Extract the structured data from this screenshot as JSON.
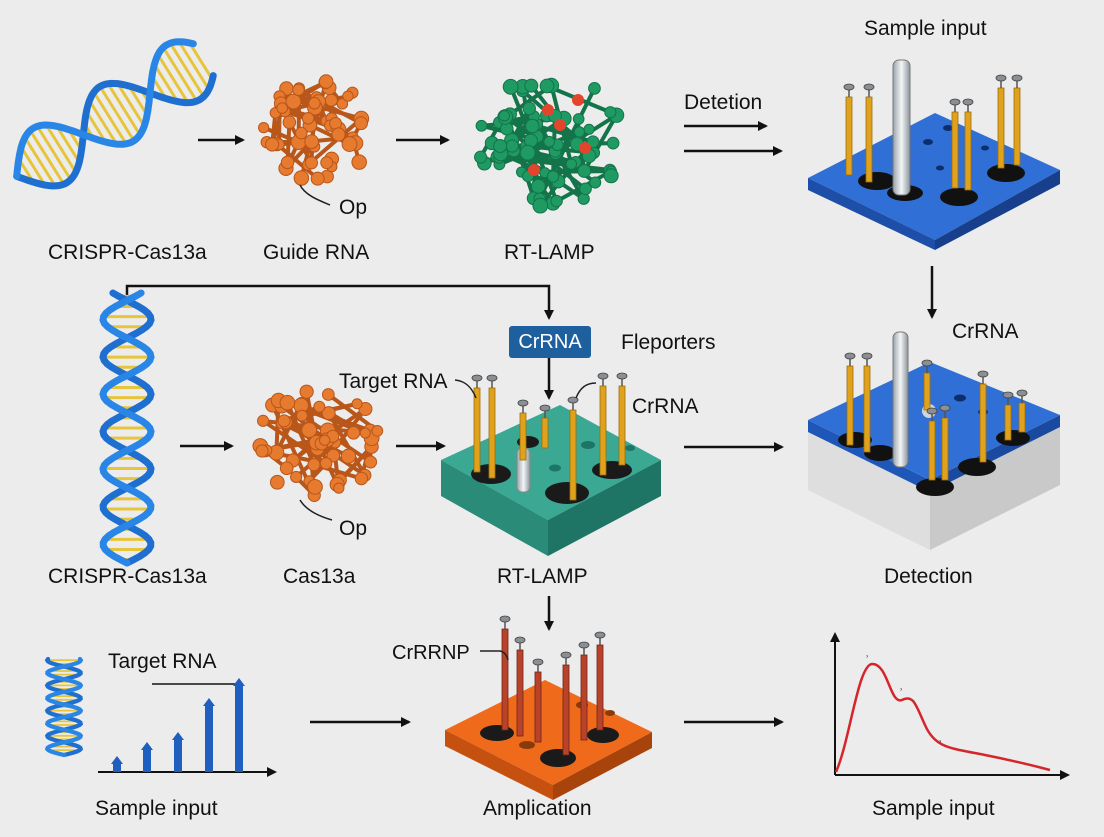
{
  "row1": {
    "labels": [
      "CRISPR-Cas13a",
      "Guide RNA",
      "RT-LAMP"
    ],
    "sample_input": "Sample input",
    "detetion": "Detetion",
    "op": "Op"
  },
  "row2": {
    "crrna_right": "CrRNA",
    "crrna_badge": "CrRNA",
    "fleporters": "Fleporters",
    "target_rna": "Target RNA",
    "crrna_plate": "CrRNA",
    "labels": [
      "CRISPR-Cas13a",
      "Cas13a",
      "RT-LAMP",
      "Detection"
    ],
    "op": "Op"
  },
  "row3": {
    "target_rna": "Target RNA",
    "crrnp": "CrRRNP",
    "labels": [
      "Sample input",
      "Amplication",
      "Sample input"
    ]
  },
  "colors": {
    "background": "#ececec",
    "dna_blue": "#1f6fd1",
    "dna_yellow": "#e7c53a",
    "protein_orange": "#e67a2e",
    "lamp_green": "#1f9a63",
    "plate_blue": "#2f6fd6",
    "plate_teal": "#3aa893",
    "plate_orange": "#f06a1c",
    "badge_blue": "#1e5f9e",
    "curve_red": "#d4262b"
  }
}
